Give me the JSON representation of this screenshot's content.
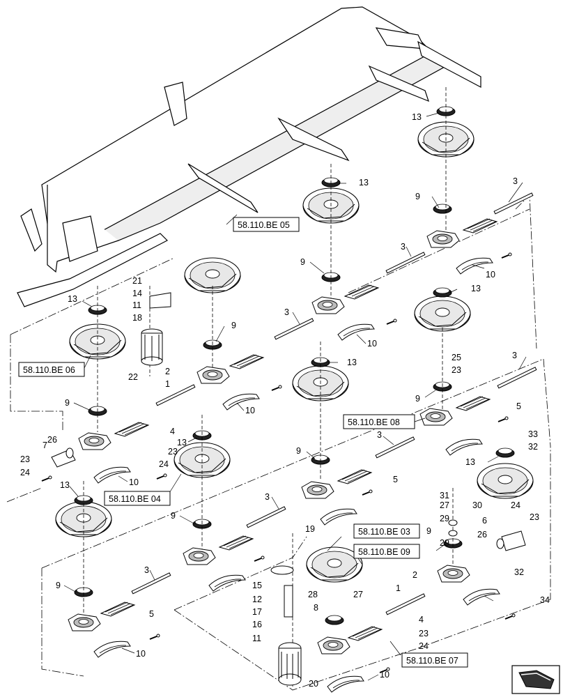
{
  "refs": {
    "be05": "58.110.BE 05",
    "be06": "58.110.BE 06",
    "be08": "58.110.BE 08",
    "be04": "58.110.BE 04",
    "be03": "58.110.BE 03",
    "be09": "58.110.BE 09",
    "be07": "58.110.BE 07"
  },
  "callouts": {
    "c13a": "13",
    "c13b": "13",
    "c13c": "13",
    "c13d": "13",
    "c13e": "13",
    "c13f": "13",
    "c13g": "13",
    "c13h": "13",
    "c3a": "3",
    "c3b": "3",
    "c3c": "3",
    "c3d": "3",
    "c3e": "3",
    "c3f": "3",
    "c3g": "3",
    "c9a": "9",
    "c9b": "9",
    "c9c": "9",
    "c9d": "9",
    "c9e": "9",
    "c9f": "9",
    "c9g": "9",
    "c9h": "9",
    "c9i": "9",
    "c10a": "10",
    "c10b": "10",
    "c10c": "10",
    "c10d": "10",
    "c10e": "10",
    "c10f": "10",
    "c21": "21",
    "c14": "14",
    "c11a": "11",
    "c18": "18",
    "c22": "22",
    "c2a": "2",
    "c1a": "1",
    "c25": "25",
    "c23a": "23",
    "c5a": "5",
    "c5b": "5",
    "c5c": "5",
    "c33": "33",
    "c32a": "32",
    "c7": "7",
    "c26a": "26",
    "c23b": "23",
    "c24a": "24",
    "c4a": "4",
    "c23c": "23",
    "c24b": "24",
    "c31": "31",
    "c27a": "27",
    "c30": "30",
    "c29a": "29",
    "c29b": "29",
    "c24c": "24",
    "c23d": "23",
    "c6": "6",
    "c26b": "26",
    "c19": "19",
    "c2b": "2",
    "c1b": "1",
    "c32b": "32",
    "c34": "34",
    "c15": "15",
    "c12": "12",
    "c17": "17",
    "c16": "16",
    "c11b": "11",
    "c28": "28",
    "c27b": "27",
    "c8": "8",
    "c4b": "4",
    "c23e": "23",
    "c24d": "24",
    "c20": "20"
  }
}
